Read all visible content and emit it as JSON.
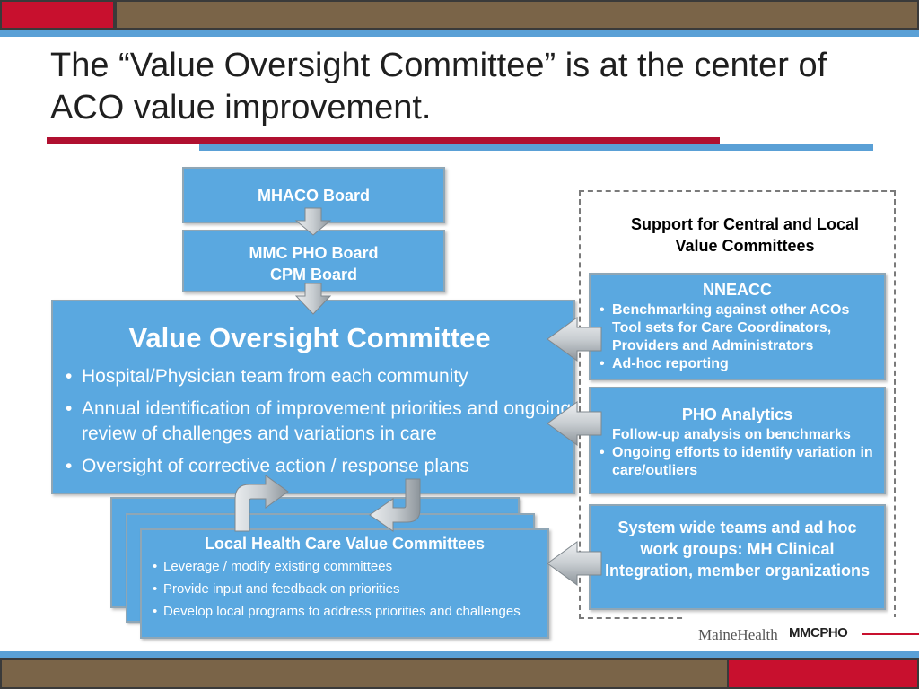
{
  "title": "The “Value Oversight Committee” is at the center of ACO value improvement.",
  "boxes": {
    "mhaco": "MHACO Board",
    "mmc_line1": "MMC PHO Board",
    "mmc_line2": "CPM Board",
    "voc": {
      "title": "Value Oversight Committee",
      "bullets": [
        "Hospital/Physician team from each community",
        "Annual identification of improvement priorities and ongoing review of challenges and variations in care",
        "Oversight of corrective action / response plans"
      ]
    },
    "local": {
      "title": "Local  Health Care Value Committees",
      "bullets": [
        "Leverage / modify existing committees",
        "Provide input and feedback on priorities",
        "Develop local programs to address priorities and challenges"
      ]
    }
  },
  "support": {
    "heading": "Support for Central and Local Value Committees",
    "nneacc": {
      "title": "NNEACC",
      "items": [
        {
          "text": "Benchmarking against other ACOs",
          "bullet": true
        },
        {
          "text": "Tool sets for Care Coordinators, Providers and Administrators",
          "bullet": false
        },
        {
          "text": "Ad-hoc reporting",
          "bullet": true
        }
      ]
    },
    "pho": {
      "title": "PHO Analytics",
      "items": [
        {
          "text": "Follow-up analysis on benchmarks",
          "bullet": false
        },
        {
          "text": "Ongoing efforts to identify variation in care/outliers",
          "bullet": true
        }
      ]
    },
    "system": "System wide teams and ad hoc work groups:  MH Clinical Integration, member organizations"
  },
  "logos": {
    "mainehealth": "MaineHealth",
    "mmcpho": "MMCPHO"
  },
  "colors": {
    "box_fill": "#5aa8e0",
    "arrow_fill": "#c8cdd1",
    "accent_red": "#c8102e",
    "accent_brown": "#7a6448",
    "accent_blue": "#5aa0d6"
  }
}
